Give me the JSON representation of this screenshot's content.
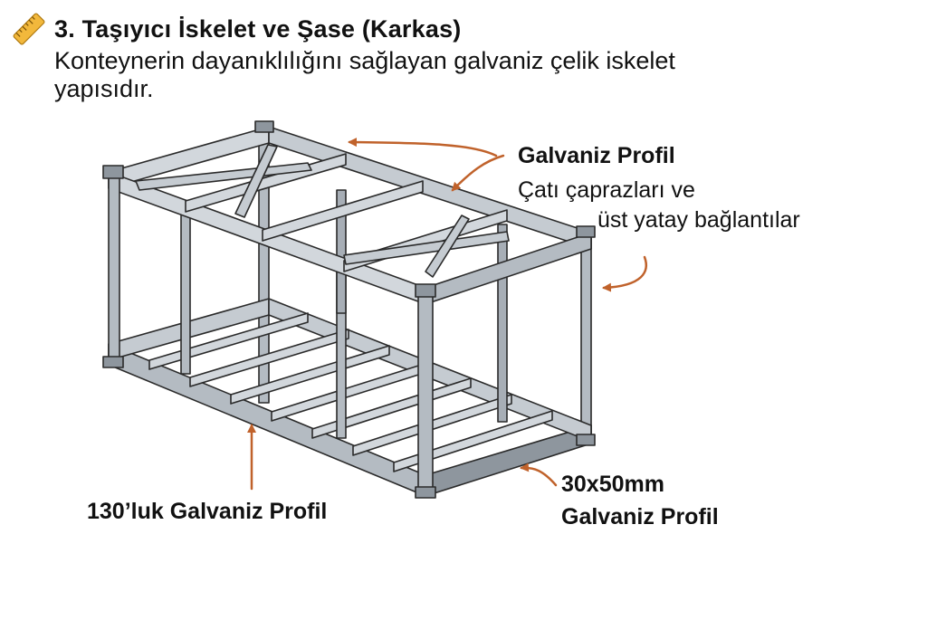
{
  "header": {
    "icon": "ruler-icon",
    "title": "3. Taşıyıcı İskelet ve Şase (Karkas)",
    "description": "Konteynerin dayanıklılığını sağlayan galvaniz çelik iskelet yapısıdır."
  },
  "labels": {
    "roof_title": "Galvaniz Profil",
    "roof_line1": "Çatı çaprazları ve",
    "roof_line2": "üst yatay bağlantılar",
    "base_profile": "130’luk Galvaniz Profil",
    "side_line1": "30x50mm",
    "side_line2": "Galvaniz Profil"
  },
  "colors": {
    "arrow": "#c0622b",
    "steel_light": "#d2d7dc",
    "steel_mid": "#b4bbc2",
    "steel_dark": "#8e969e",
    "outline": "#2a2a2a"
  }
}
